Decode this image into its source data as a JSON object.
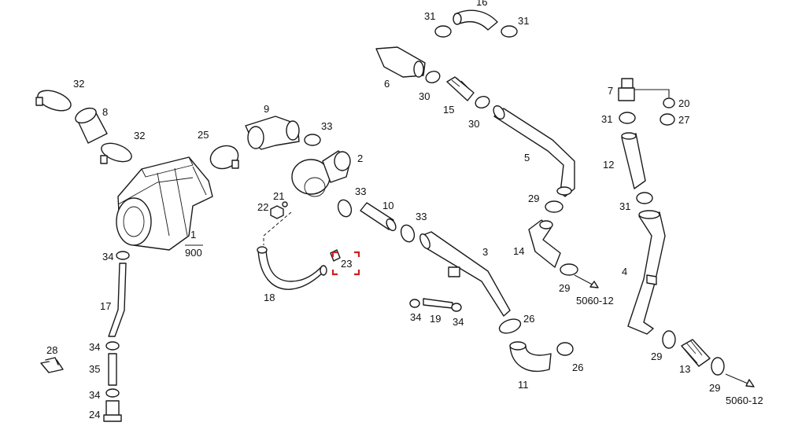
{
  "labels": {
    "l1": "1",
    "l900": "900",
    "l2": "2",
    "l3": "3",
    "l4": "4",
    "l5": "5",
    "l6": "6",
    "l7": "7",
    "l8": "8",
    "l9": "9",
    "l10": "10",
    "l11": "11",
    "l12": "12",
    "l13": "13",
    "l14": "14",
    "l15": "15",
    "l16": "16",
    "l17": "17",
    "l18": "18",
    "l19": "19",
    "l20": "20",
    "l21": "21",
    "l22": "22",
    "l23": "23",
    "l24": "24",
    "l25": "25",
    "l26": "26",
    "l27": "27",
    "l28": "28",
    "l29": "29",
    "l30": "30",
    "l31": "31",
    "l32": "32",
    "l33": "33",
    "l34": "34",
    "l35": "35",
    "ref": "5060-12"
  },
  "highlight_color": "#cc1f1f"
}
